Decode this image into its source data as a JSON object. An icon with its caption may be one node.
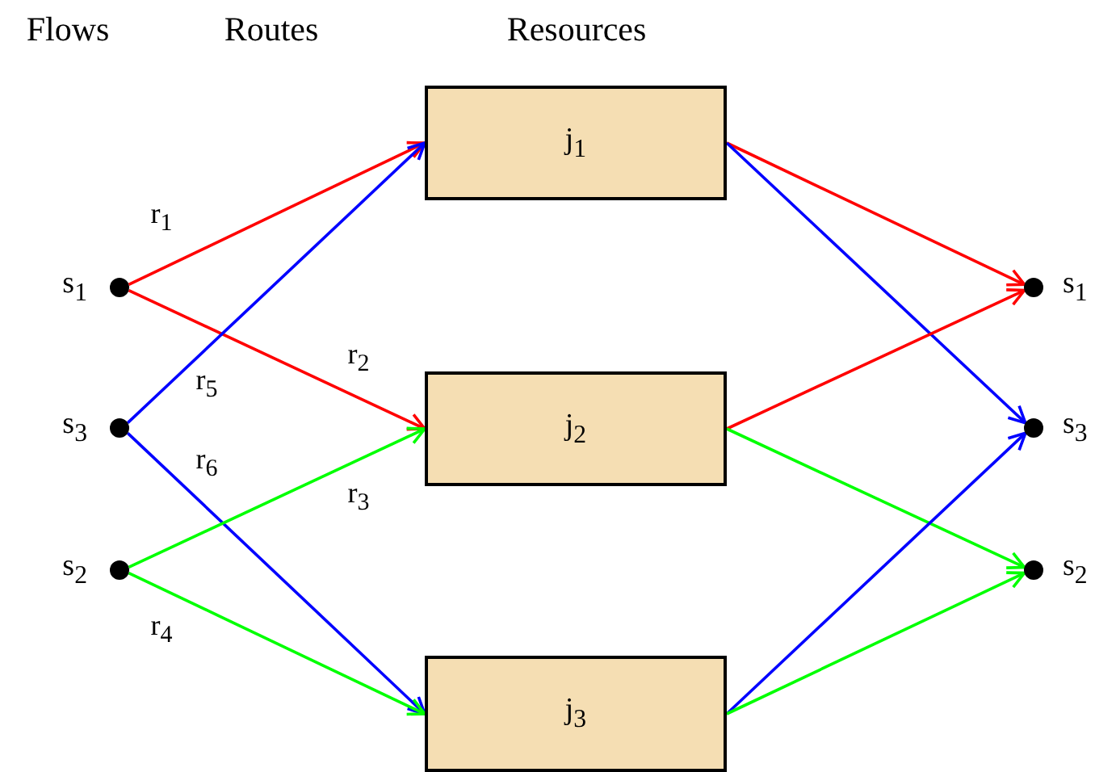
{
  "diagram": {
    "nodes": [
      {
        "text": [],
        "shape": "circle",
        "beside": [
          "s$_{1}$"
        ]
      },
      {
        "text": [],
        "shape": "circle",
        "beside": [
          "s$_{3}$"
        ]
      },
      {
        "text": [],
        "shape": "circle",
        "beside": [
          "s$_{2}$"
        ]
      },
      {
        "text": [
          "j$_{1}$"
        ]
      },
      {
        "text": [
          "j$_{2}$"
        ]
      },
      {
        "text": [
          "j$_{3}$"
        ]
      },
      {
        "text": [],
        "shape": "circle",
        "beside": [
          "s$_{1}$"
        ]
      },
      {
        "text": [],
        "shape": "circle",
        "beside": [
          "s$_{3}$"
        ]
      },
      {
        "text": [],
        "shape": "circle",
        "beside": [
          "s$_{2}$"
        ]
      }
    ],
    "edges": [
      {
        "from": 0,
        "to": 3,
        "arrow": "to",
        "label": "r$_{1}$",
        "color": "#ff0000"
      },
      {
        "from": 0,
        "to": 4,
        "arrow": "to",
        "label": "r$_{2}$",
        "color": "#ff0000"
      },
      {
        "from": 1,
        "to": 3,
        "arrow": "to",
        "label": "r$_{5}$",
        "color": "#0000ff"
      },
      {
        "from": 1,
        "to": 5,
        "arrow": "to",
        "label": "r$_{6}$",
        "color": "#0000ff"
      },
      {
        "from": 2,
        "to": 4,
        "arrow": "to",
        "label": "r$_{3}$",
        "color": "#00ff00"
      },
      {
        "from": 2,
        "to": 5,
        "arrow": "to",
        "label": "r$_{4}$",
        "color": "#00ff00"
      },
      {
        "from": 3,
        "to": 6,
        "arrow": "to",
        "color": "#ff0000"
      },
      {
        "from": 3,
        "to": 7,
        "arrow": "to",
        "color": "#0000ff"
      },
      {
        "from": 4,
        "to": 6,
        "arrow": "to",
        "color": "#ff0000"
      },
      {
        "from": 4,
        "to": 8,
        "arrow": "to",
        "color": "#00ff00"
      },
      {
        "from": 5,
        "to": 7,
        "arrow": "to",
        "color": "#0000ff"
      },
      {
        "from": 5,
        "to": 8,
        "arrow": "to",
        "color": "#00ff00"
      }
    ],
    "labels": [
      "Flows",
      "Routes",
      "Resources"
    ]
  }
}
